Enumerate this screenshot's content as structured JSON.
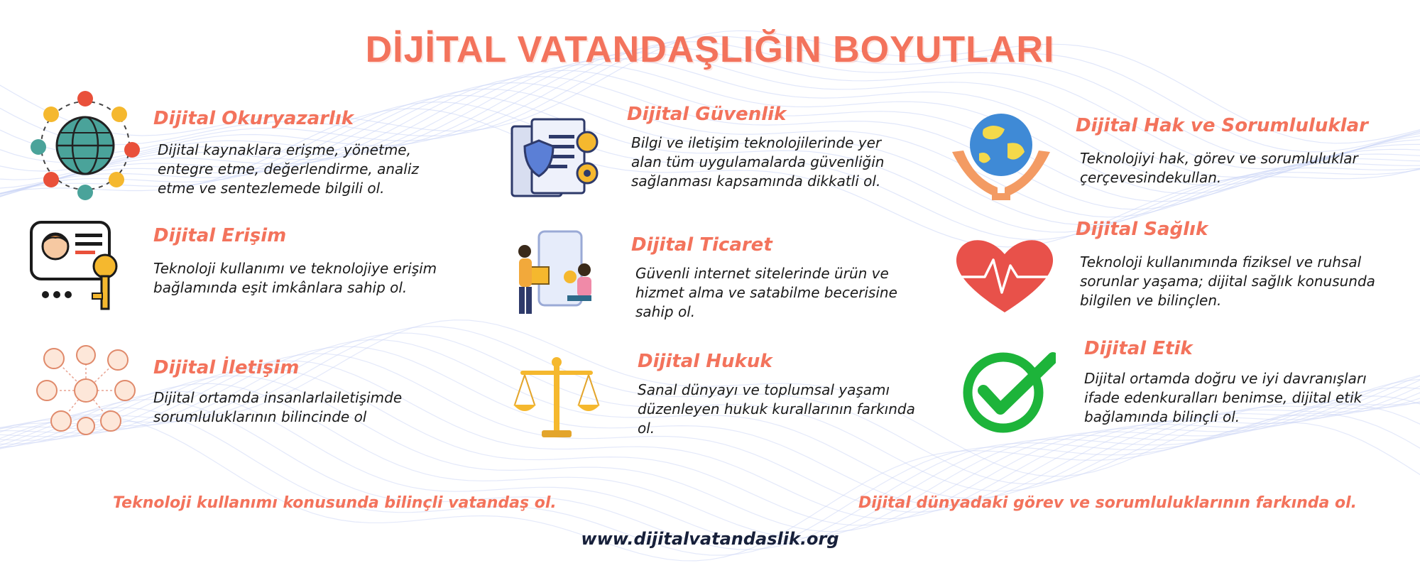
{
  "title": "DİJİTAL VATANDAŞLIĞIN BOYUTLARI",
  "items": [
    {
      "heading": "Dijital Okuryazarlık",
      "text": "Dijital kaynaklara erişme, yönetme, entegre etme, değerlendirme, analiz etme ve sentezlemede bilgili ol.",
      "icon": "globe-network-icon"
    },
    {
      "heading": "Dijital Erişim",
      "text": "Teknoloji kullanımı ve teknolojiye erişim bağlamında eşit imkânlara sahip ol.",
      "icon": "user-card-key-icon"
    },
    {
      "heading": "Dijital İletişim",
      "text": "Dijital ortamda insanlarlailetişimde sorumluluklarının bilincinde ol",
      "icon": "people-network-icon"
    },
    {
      "heading": "Dijital Güvenlik",
      "text": "Bilgi ve iletişim teknolojilerinde yer alan tüm uygulamalarda güvenliğin sağlanması kapsamında dikkatli ol.",
      "icon": "secure-documents-icon"
    },
    {
      "heading": "Dijital Ticaret",
      "text": "Güvenli internet sitelerinde ürün ve hizmet alma ve satabilme becerisine sahip ol.",
      "icon": "online-shopping-icon"
    },
    {
      "heading": "Dijital Hukuk",
      "text": "Sanal dünyayı ve toplumsal yaşamı düzenleyen hukuk kurallarının farkında ol.",
      "icon": "scales-icon"
    },
    {
      "heading": "Dijital Hak ve Sorumluluklar",
      "text": "Teknolojiyi hak, görev ve sorumluluklar çerçevesindekullan.",
      "icon": "globe-in-hands-icon"
    },
    {
      "heading": "Dijital Sağlık",
      "text": "Teknoloji kullanımında fiziksel ve ruhsal sorunlar yaşama; dijital sağlık konusunda bilgilen ve bilinçlen.",
      "icon": "heart-pulse-icon"
    },
    {
      "heading": "Dijital Etik",
      "text": "Dijital ortamda doğru ve iyi davranışları ifade edenkuralları benimse, dijital etik bağlamında bilinçli ol.",
      "icon": "check-mark-icon"
    }
  ],
  "footer": {
    "left": "Teknoloji kullanımı konusunda bilinçli vatandaş ol.",
    "right": "Dijital dünyadaki görev ve sorumluluklarının farkında ol.",
    "website": "www.dijitalvatandaslik.org"
  },
  "colors": {
    "accent": "#f3735c",
    "text": "#1b1b1b",
    "website": "#17203a",
    "waves": "#c9d4f5"
  }
}
